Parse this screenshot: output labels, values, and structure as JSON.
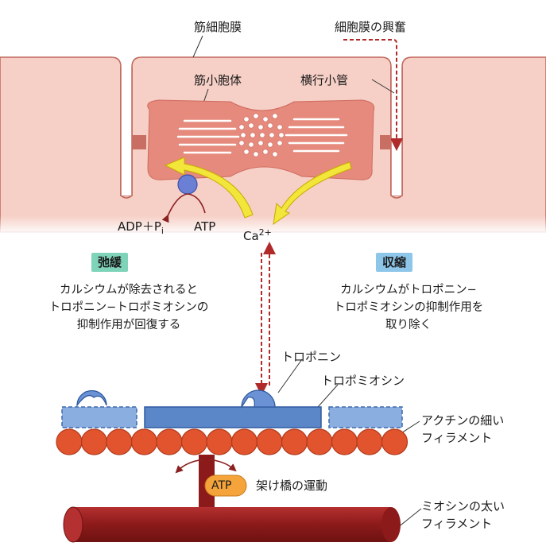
{
  "labels": {
    "muscle_cell_membrane": "筋細胞膜",
    "membrane_excitation": "細胞膜の興奮",
    "sarcoplasmic_reticulum": "筋小胞体",
    "t_tubule": "横行小管",
    "adp_pi": "ADP＋P",
    "adp_pi_sub": "i",
    "atp_left": "ATP",
    "calcium": "Ca",
    "calcium_sup": "2+",
    "troponin": "トロポニン",
    "tropomyosin": "トロポミオシン",
    "actin_line1": "アクチンの細い",
    "actin_line2": "フィラメント",
    "myosin_line1": "ミオシンの太い",
    "myosin_line2": "フィラメント",
    "atp_badge": "ATP",
    "crossbridge": "架け橋の運動"
  },
  "relaxation": {
    "badge": "弛緩",
    "badge_color": "#7ed3b8",
    "line1": "カルシウムが除去されると",
    "line2": "トロポニン−トロポミオシンの",
    "line3": "抑制作用が回復する"
  },
  "contraction": {
    "badge": "収縮",
    "badge_color": "#8ec6ea",
    "line1": "カルシウムがトロポニン−",
    "line2": "トロポミオシンの抑制作用を",
    "line3": "取り除く"
  },
  "colors": {
    "membrane_fill": "#f6cfc6",
    "reticulum_fill": "#e58a7c",
    "actin_bead": "#e1542e",
    "tropomyosin": "#5b86c7",
    "troponin": "#6b92d4",
    "myosin": "#9c1f1f",
    "arrow_yellow": "#f3e63a",
    "atp_badge": "#f4a43a",
    "dashed_arrow": "#b02a2a"
  }
}
